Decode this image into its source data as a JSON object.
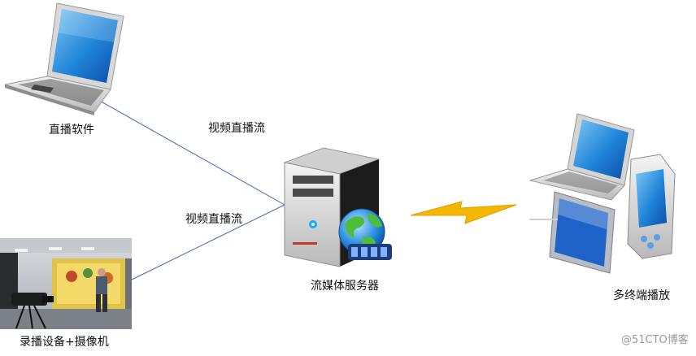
{
  "labels": {
    "live_software": "直播软件",
    "stream1": "视频直播流",
    "stream2": "视频直播流",
    "server": "流媒体服务器",
    "recorder": "录播设备+摄像机",
    "terminals": "多终端播放"
  },
  "watermark": "@51CTO博客",
  "colors": {
    "link_line": "#3d63a8",
    "lightning": "#f5b800",
    "screen_blue": "#1f63c8"
  }
}
